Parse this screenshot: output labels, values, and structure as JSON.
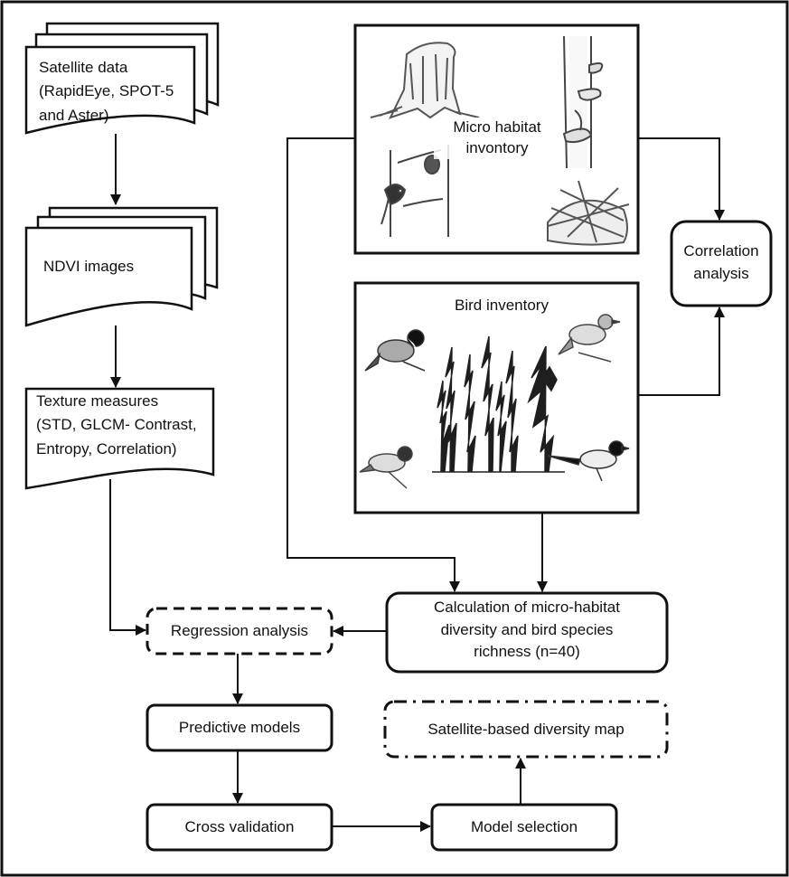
{
  "diagram": {
    "nodes": {
      "satellite_data": "Satellite data\n(RapidEye, SPOT-5\nand Aster)",
      "ndvi_images": "NDVI images",
      "texture_measures": "Texture measures\n(STD, GLCM- Contrast,\nEntropy, Correlation)",
      "micro_habitat": "Micro habitat\ninvontory",
      "bird_inventory": "Bird inventory",
      "correlation_analysis": "Correlation\nanalysis",
      "calculation": "Calculation of micro-habitat\ndiversity and bird species\nrichness (n=40)",
      "regression_analysis": "Regression analysis",
      "predictive_models": "Predictive models",
      "diversity_map": "Satellite-based diversity map",
      "cross_validation": "Cross validation",
      "model_selection": "Model selection"
    },
    "edges": [
      {
        "from": "satellite_data",
        "to": "ndvi_images"
      },
      {
        "from": "ndvi_images",
        "to": "texture_measures"
      },
      {
        "from": "texture_measures",
        "to": "regression_analysis"
      },
      {
        "from": "micro_habitat",
        "to": "correlation_analysis"
      },
      {
        "from": "bird_inventory",
        "to": "correlation_analysis"
      },
      {
        "from": "micro_habitat",
        "to": "calculation"
      },
      {
        "from": "bird_inventory",
        "to": "calculation"
      },
      {
        "from": "calculation",
        "to": "regression_analysis"
      },
      {
        "from": "regression_analysis",
        "to": "predictive_models"
      },
      {
        "from": "predictive_models",
        "to": "cross_validation"
      },
      {
        "from": "cross_validation",
        "to": "model_selection"
      },
      {
        "from": "model_selection",
        "to": "diversity_map"
      }
    ]
  },
  "colors": {
    "stroke": "#111111",
    "background": "#ffffff",
    "tree": "#1e1e1e",
    "sketch": "#555555"
  }
}
